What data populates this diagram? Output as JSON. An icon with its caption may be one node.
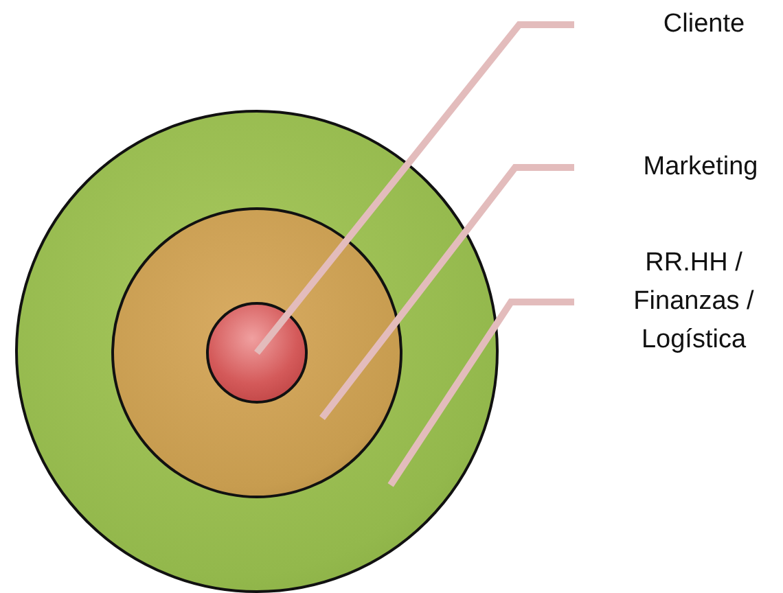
{
  "diagram": {
    "nodes": [
      {
        "text": [],
        "shape": "circle"
      },
      {
        "text": [],
        "shape": "circle",
        "in": 0
      },
      {
        "text": [],
        "shape": "circle",
        "in": 1
      },
      {
        "text": [
          "Cliente"
        ]
      },
      {
        "text": [
          "Marketing"
        ]
      },
      {
        "text": [
          "RR.HH / Finanzas / Logística"
        ]
      }
    ],
    "edges": [
      {
        "from": 3,
        "to": 2,
        "arrow": "none"
      },
      {
        "from": 4,
        "to": 1,
        "arrow": "none"
      },
      {
        "from": 5,
        "to": 0,
        "arrow": "none"
      }
    ]
  }
}
